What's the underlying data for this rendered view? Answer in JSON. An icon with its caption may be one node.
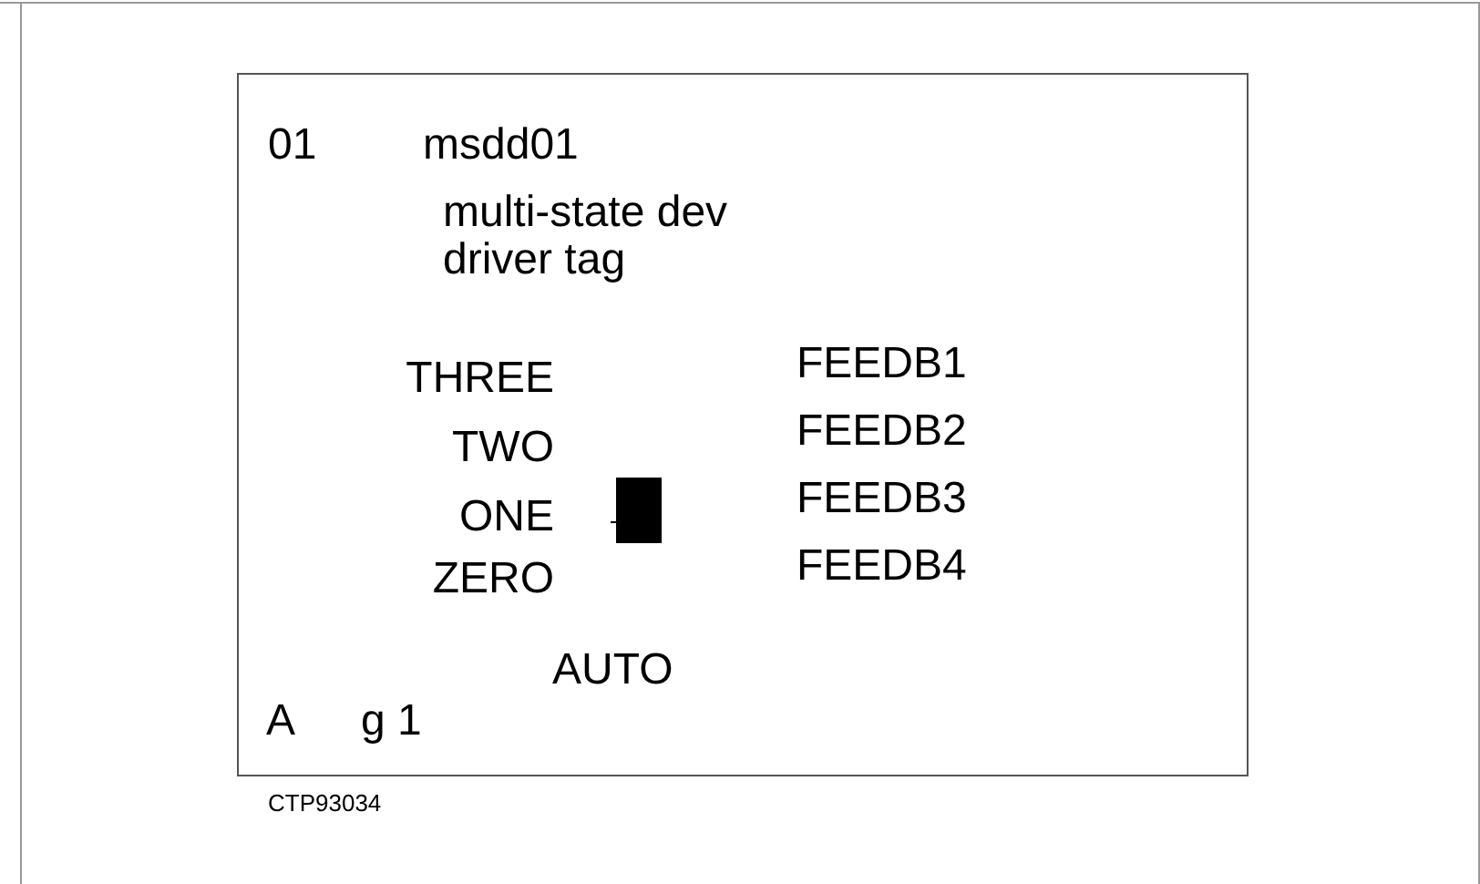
{
  "diagram": {
    "caption": "CTP93034",
    "labels": [
      "01",
      "msdd01",
      "multi-state dev driver tag",
      "THREE",
      "FEEDB1",
      "TWO",
      "FEEDB2",
      "ONE",
      "FEEDB3",
      "ZERO",
      "FEEDB4",
      "AUTO",
      "A",
      "g 1"
    ]
  }
}
